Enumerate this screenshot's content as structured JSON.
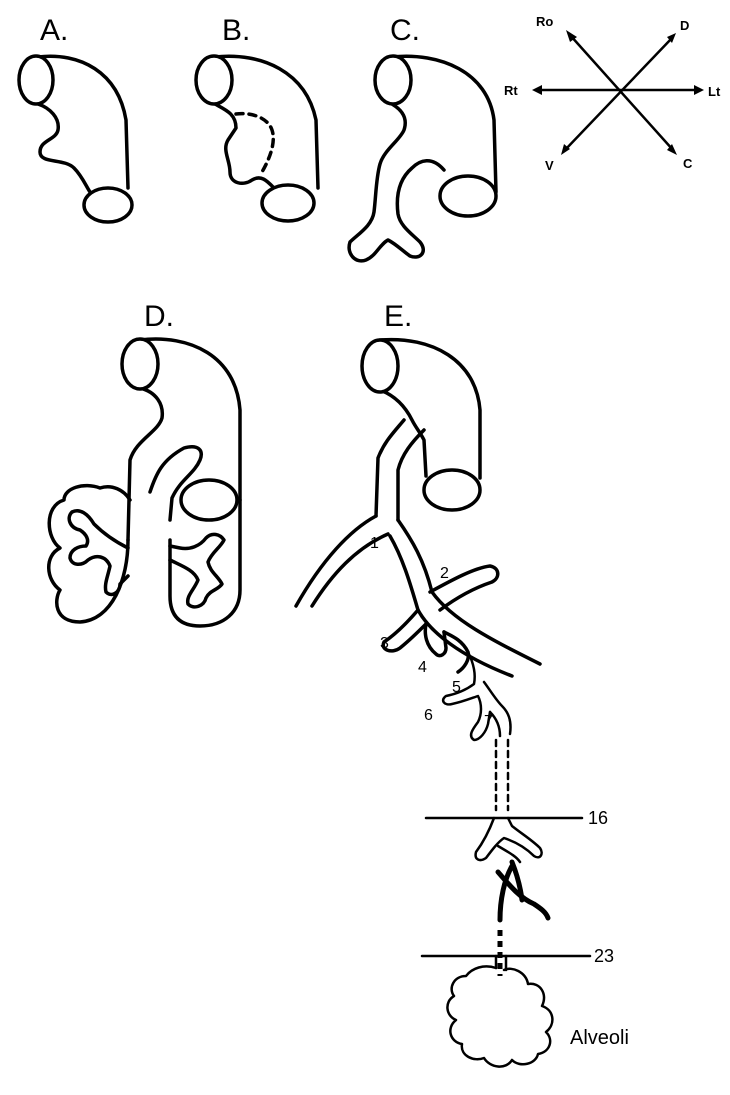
{
  "panels": {
    "a": {
      "label": "A."
    },
    "b": {
      "label": "B."
    },
    "c": {
      "label": "C."
    },
    "d": {
      "label": "D."
    },
    "e": {
      "label": "E."
    }
  },
  "compass": {
    "rostral": "Ro",
    "dorsal": "D",
    "right": "Rt",
    "left": "Lt",
    "ventral": "V",
    "caudal": "C"
  },
  "generations": {
    "g1": "1",
    "g2": "2",
    "g3": "3",
    "g4": "4",
    "g5": "5",
    "g6": "6",
    "g7": "7"
  },
  "levels": {
    "level_16": "16",
    "level_23": "23"
  },
  "alveoli_label": "Alveoli"
}
